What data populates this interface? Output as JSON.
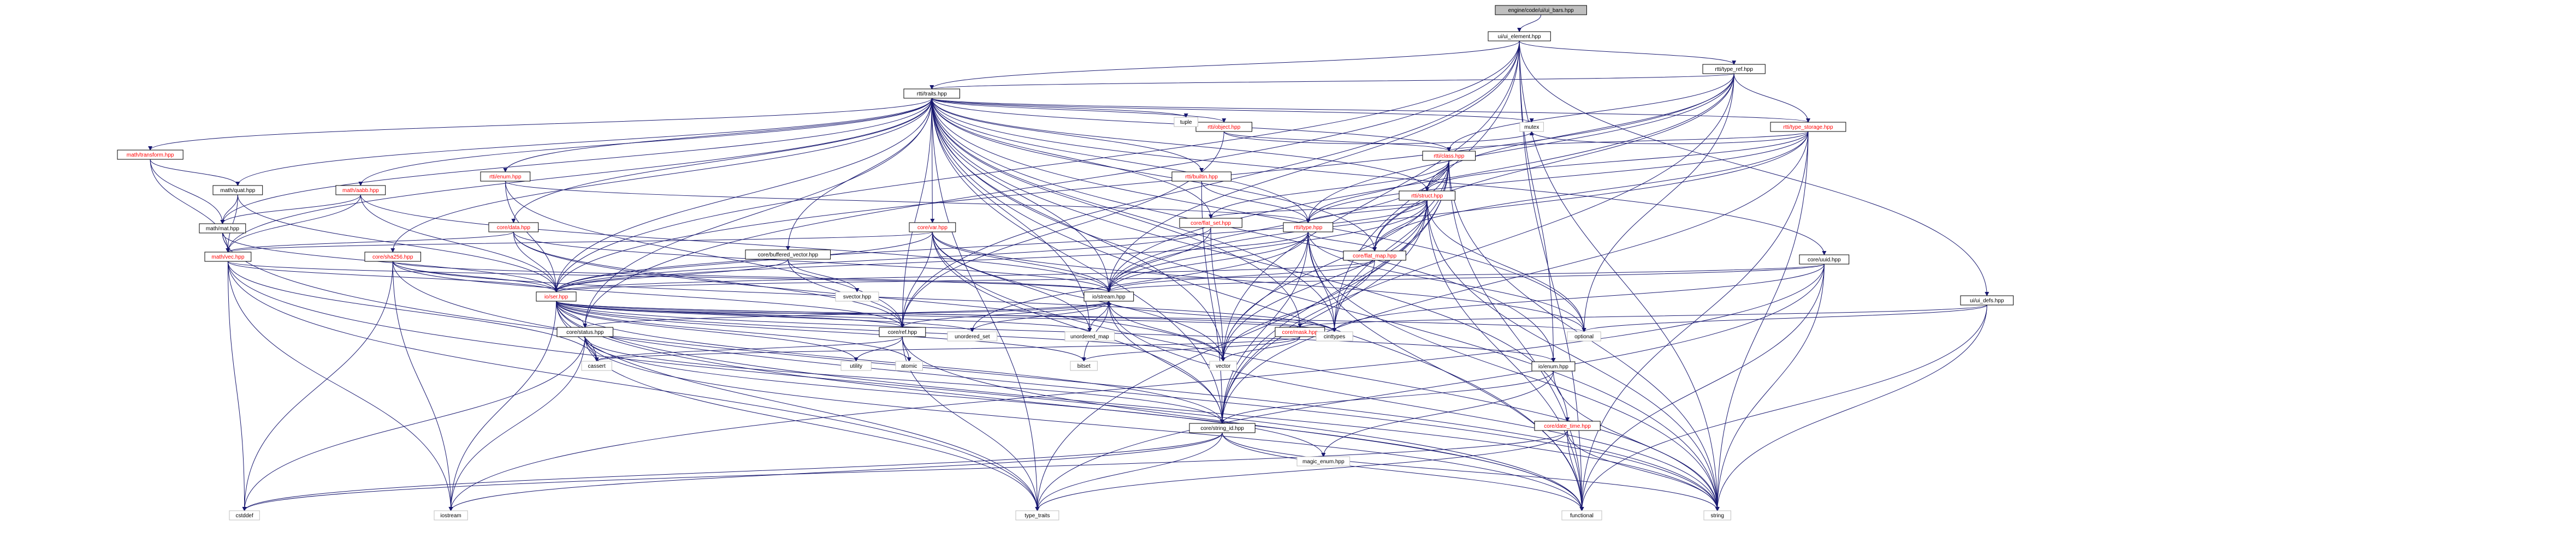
{
  "colors": {
    "edge": "#191970",
    "node_border": "#000000",
    "node_fill": "#ffffff",
    "root_fill": "#bfbfbf",
    "internal_text": "#000000",
    "external_text": "#000000",
    "red_text": "#ff0000",
    "external_border": "#bfbfbf"
  },
  "nodes": [
    {
      "id": "root",
      "label": "engine/code/ui/ui_bars.hpp",
      "kind": "root"
    },
    {
      "id": "ui_element",
      "label": "ui/ui_element.hpp",
      "kind": "internal"
    },
    {
      "id": "rtti_type_ref",
      "label": "rtti/type_ref.hpp",
      "kind": "internal"
    },
    {
      "id": "rtti_traits",
      "label": "rtti/traits.hpp",
      "kind": "internal"
    },
    {
      "id": "rtti_type_storage",
      "label": "rtti/type_storage.hpp",
      "kind": "incomplete"
    },
    {
      "id": "rtti_object",
      "label": "rtti/object.hpp",
      "kind": "incomplete"
    },
    {
      "id": "rtti_class",
      "label": "rtti/class.hpp",
      "kind": "incomplete"
    },
    {
      "id": "rtti_struct",
      "label": "rtti/struct.hpp",
      "kind": "incomplete"
    },
    {
      "id": "rtti_builtin",
      "label": "rtti/builtin.hpp",
      "kind": "incomplete"
    },
    {
      "id": "rtti_type",
      "label": "rtti/type.hpp",
      "kind": "incomplete"
    },
    {
      "id": "rtti_enum",
      "label": "rtti/enum.hpp",
      "kind": "incomplete"
    },
    {
      "id": "math_transform",
      "label": "math/transform.hpp",
      "kind": "incomplete"
    },
    {
      "id": "math_quat",
      "label": "math/quat.hpp",
      "kind": "internal"
    },
    {
      "id": "math_aabb",
      "label": "math/aabb.hpp",
      "kind": "incomplete"
    },
    {
      "id": "math_mat",
      "label": "math/mat.hpp",
      "kind": "internal"
    },
    {
      "id": "math_vec",
      "label": "math/vec.hpp",
      "kind": "incomplete"
    },
    {
      "id": "core_data",
      "label": "core/data.hpp",
      "kind": "incomplete"
    },
    {
      "id": "core_sha256",
      "label": "core/sha256.hpp",
      "kind": "incomplete"
    },
    {
      "id": "core_buffered_vector",
      "label": "core/buffered_vector.hpp",
      "kind": "internal"
    },
    {
      "id": "core_var",
      "label": "core/var.hpp",
      "kind": "incomplete"
    },
    {
      "id": "core_flat_set",
      "label": "core/flat_set.hpp",
      "kind": "incomplete"
    },
    {
      "id": "core_flat_map",
      "label": "core/flat_map.hpp",
      "kind": "incomplete"
    },
    {
      "id": "core_uuid",
      "label": "core/uuid.hpp",
      "kind": "internal"
    },
    {
      "id": "ui_defs",
      "label": "ui/ui_defs.hpp",
      "kind": "internal"
    },
    {
      "id": "io_ser",
      "label": "io/ser.hpp",
      "kind": "incomplete"
    },
    {
      "id": "io_stream",
      "label": "io/stream.hpp",
      "kind": "internal"
    },
    {
      "id": "core_status",
      "label": "core/status.hpp",
      "kind": "internal"
    },
    {
      "id": "core_ref",
      "label": "core/ref.hpp",
      "kind": "internal"
    },
    {
      "id": "core_mask",
      "label": "core/mask.hpp",
      "kind": "incomplete"
    },
    {
      "id": "io_enum",
      "label": "io/enum.hpp",
      "kind": "internal"
    },
    {
      "id": "core_string_id",
      "label": "core/string_id.hpp",
      "kind": "internal"
    },
    {
      "id": "core_date_time",
      "label": "core/date_time.hpp",
      "kind": "incomplete"
    },
    {
      "id": "magic_enum",
      "label": "magic_enum.hpp",
      "kind": "external"
    },
    {
      "id": "tuple",
      "label": "tuple",
      "kind": "external"
    },
    {
      "id": "mutex",
      "label": "mutex",
      "kind": "external"
    },
    {
      "id": "svector",
      "label": "svector.hpp",
      "kind": "external"
    },
    {
      "id": "unordered_set",
      "label": "unordered_set",
      "kind": "external"
    },
    {
      "id": "unordered_map",
      "label": "unordered_map",
      "kind": "external"
    },
    {
      "id": "cinttypes",
      "label": "cinttypes",
      "kind": "external"
    },
    {
      "id": "optional",
      "label": "optional",
      "kind": "external"
    },
    {
      "id": "utility",
      "label": "utility",
      "kind": "external"
    },
    {
      "id": "atomic",
      "label": "atomic",
      "kind": "external"
    },
    {
      "id": "bitset",
      "label": "bitset",
      "kind": "external"
    },
    {
      "id": "vector",
      "label": "vector",
      "kind": "external"
    },
    {
      "id": "cassert",
      "label": "cassert",
      "kind": "external"
    },
    {
      "id": "cstddef",
      "label": "cstddef",
      "kind": "external"
    },
    {
      "id": "iostream",
      "label": "iostream",
      "kind": "external"
    },
    {
      "id": "type_traits",
      "label": "type_traits",
      "kind": "external"
    },
    {
      "id": "functional",
      "label": "functional",
      "kind": "external"
    },
    {
      "id": "string",
      "label": "string",
      "kind": "external"
    }
  ],
  "edges": [
    [
      "root",
      "ui_element"
    ],
    [
      "ui_element",
      "rtti_type_ref"
    ],
    [
      "ui_element",
      "rtti_traits"
    ],
    [
      "ui_element",
      "ui_defs"
    ],
    [
      "ui_element",
      "io_enum"
    ],
    [
      "ui_element",
      "io_ser"
    ],
    [
      "ui_element",
      "io_stream"
    ],
    [
      "ui_element",
      "core_ref"
    ],
    [
      "ui_element",
      "core_status"
    ],
    [
      "ui_element",
      "string"
    ],
    [
      "ui_element",
      "functional"
    ],
    [
      "ui_element",
      "cinttypes"
    ],
    [
      "ui_element",
      "vector"
    ],
    [
      "rtti_type_ref",
      "rtti_traits"
    ],
    [
      "rtti_type_ref",
      "rtti_type_storage"
    ],
    [
      "rtti_type_ref",
      "rtti_type"
    ],
    [
      "rtti_type_ref",
      "core_string_id"
    ],
    [
      "rtti_type_ref",
      "io_ser"
    ],
    [
      "rtti_type_ref",
      "io_stream"
    ],
    [
      "rtti_type_ref",
      "core_flat_map"
    ],
    [
      "rtti_type_ref",
      "rtti_class"
    ],
    [
      "rtti_type_ref",
      "rtti_struct"
    ],
    [
      "rtti_type_ref",
      "optional"
    ],
    [
      "rtti_traits",
      "rtti_type_storage"
    ],
    [
      "rtti_traits",
      "rtti_object"
    ],
    [
      "rtti_traits",
      "rtti_class"
    ],
    [
      "rtti_traits",
      "rtti_struct"
    ],
    [
      "rtti_traits",
      "rtti_builtin"
    ],
    [
      "rtti_traits",
      "rtti_type"
    ],
    [
      "rtti_traits",
      "rtti_enum"
    ],
    [
      "rtti_traits",
      "math_transform"
    ],
    [
      "rtti_traits",
      "math_quat"
    ],
    [
      "rtti_traits",
      "math_aabb"
    ],
    [
      "rtti_traits",
      "math_mat"
    ],
    [
      "rtti_traits",
      "math_vec"
    ],
    [
      "rtti_traits",
      "core_data"
    ],
    [
      "rtti_traits",
      "core_sha256"
    ],
    [
      "rtti_traits",
      "core_buffered_vector"
    ],
    [
      "rtti_traits",
      "core_var"
    ],
    [
      "rtti_traits",
      "core_flat_set"
    ],
    [
      "rtti_traits",
      "core_flat_map"
    ],
    [
      "rtti_traits",
      "core_uuid"
    ],
    [
      "rtti_traits",
      "io_ser"
    ],
    [
      "rtti_traits",
      "io_stream"
    ],
    [
      "rtti_traits",
      "core_ref"
    ],
    [
      "rtti_traits",
      "core_status"
    ],
    [
      "rtti_traits",
      "core_mask"
    ],
    [
      "rtti_traits",
      "io_enum"
    ],
    [
      "rtti_traits",
      "core_string_id"
    ],
    [
      "rtti_traits",
      "core_date_time"
    ],
    [
      "rtti_traits",
      "tuple"
    ],
    [
      "rtti_traits",
      "mutex"
    ],
    [
      "rtti_traits",
      "unordered_map"
    ],
    [
      "rtti_traits",
      "cinttypes"
    ],
    [
      "rtti_traits",
      "optional"
    ],
    [
      "rtti_traits",
      "vector"
    ],
    [
      "rtti_traits",
      "functional"
    ],
    [
      "rtti_traits",
      "string"
    ],
    [
      "rtti_traits",
      "type_traits"
    ],
    [
      "rtti_type_storage",
      "mutex"
    ],
    [
      "rtti_type_storage",
      "rtti_class"
    ],
    [
      "rtti_type_storage",
      "rtti_struct"
    ],
    [
      "rtti_type_storage",
      "rtti_type"
    ],
    [
      "rtti_type_storage",
      "core_flat_map"
    ],
    [
      "rtti_type_storage",
      "core_string_id"
    ],
    [
      "rtti_type_storage",
      "io_stream"
    ],
    [
      "rtti_type_storage",
      "functional"
    ],
    [
      "rtti_type_storage",
      "string"
    ],
    [
      "rtti_object",
      "core_ref"
    ],
    [
      "rtti_object",
      "mutex"
    ],
    [
      "rtti_object",
      "rtti_class"
    ],
    [
      "rtti_class",
      "rtti_struct"
    ],
    [
      "rtti_class",
      "rtti_type"
    ],
    [
      "rtti_class",
      "core_flat_set"
    ],
    [
      "rtti_class",
      "core_flat_map"
    ],
    [
      "rtti_class",
      "core_string_id"
    ],
    [
      "rtti_class",
      "io_stream"
    ],
    [
      "rtti_class",
      "cinttypes"
    ],
    [
      "rtti_class",
      "vector"
    ],
    [
      "rtti_class",
      "functional"
    ],
    [
      "rtti_class",
      "string"
    ],
    [
      "rtti_class",
      "type_traits"
    ],
    [
      "rtti_struct",
      "rtti_type"
    ],
    [
      "rtti_struct",
      "core_flat_set"
    ],
    [
      "rtti_struct",
      "core_flat_map"
    ],
    [
      "rtti_struct",
      "core_string_id"
    ],
    [
      "rtti_struct",
      "io_stream"
    ],
    [
      "rtti_struct",
      "io_ser"
    ],
    [
      "rtti_struct",
      "cinttypes"
    ],
    [
      "rtti_struct",
      "vector"
    ],
    [
      "rtti_struct",
      "functional"
    ],
    [
      "rtti_struct",
      "string"
    ],
    [
      "rtti_struct",
      "optional"
    ],
    [
      "rtti_builtin",
      "rtti_type"
    ],
    [
      "rtti_builtin",
      "core_string_id"
    ],
    [
      "rtti_type",
      "core_flat_map"
    ],
    [
      "rtti_type",
      "io_ser"
    ],
    [
      "rtti_type",
      "io_stream"
    ],
    [
      "rtti_type",
      "core_string_id"
    ],
    [
      "rtti_type",
      "cinttypes"
    ],
    [
      "rtti_type",
      "optional"
    ],
    [
      "rtti_type",
      "vector"
    ],
    [
      "rtti_type",
      "functional"
    ],
    [
      "rtti_type",
      "string"
    ],
    [
      "rtti_type",
      "unordered_set"
    ],
    [
      "rtti_enum",
      "rtti_type"
    ],
    [
      "rtti_enum",
      "core_ref"
    ],
    [
      "rtti_enum",
      "io_ser"
    ],
    [
      "math_transform",
      "math_quat"
    ],
    [
      "math_transform",
      "math_mat"
    ],
    [
      "math_transform",
      "math_vec"
    ],
    [
      "math_quat",
      "math_mat"
    ],
    [
      "math_quat",
      "math_vec"
    ],
    [
      "math_quat",
      "io_ser"
    ],
    [
      "math_aabb",
      "math_vec"
    ],
    [
      "math_aabb",
      "math_mat"
    ],
    [
      "math_aabb",
      "io_ser"
    ],
    [
      "math_aabb",
      "io_stream"
    ],
    [
      "math_mat",
      "math_vec"
    ],
    [
      "math_mat",
      "io_ser"
    ],
    [
      "math_mat",
      "string"
    ],
    [
      "math_vec",
      "io_ser"
    ],
    [
      "math_vec",
      "io_stream"
    ],
    [
      "math_vec",
      "cassert"
    ],
    [
      "math_vec",
      "cstddef"
    ],
    [
      "math_vec",
      "iostream"
    ],
    [
      "math_vec",
      "type_traits"
    ],
    [
      "math_vec",
      "functional"
    ],
    [
      "core_data",
      "core_ref"
    ],
    [
      "core_data",
      "io_ser"
    ],
    [
      "core_data",
      "io_stream"
    ],
    [
      "core_data",
      "vector"
    ],
    [
      "core_data",
      "math_vec"
    ],
    [
      "core_sha256",
      "io_ser"
    ],
    [
      "core_sha256",
      "io_stream"
    ],
    [
      "core_sha256",
      "core_ref"
    ],
    [
      "core_sha256",
      "cstddef"
    ],
    [
      "core_sha256",
      "iostream"
    ],
    [
      "core_sha256",
      "string"
    ],
    [
      "core_sha256",
      "cinttypes"
    ],
    [
      "core_buffered_vector",
      "svector"
    ],
    [
      "core_buffered_vector",
      "io_ser"
    ],
    [
      "core_buffered_vector",
      "core_ref"
    ],
    [
      "core_var",
      "io_ser"
    ],
    [
      "core_var",
      "io_stream"
    ],
    [
      "core_var",
      "core_ref"
    ],
    [
      "core_var",
      "core_string_id"
    ],
    [
      "core_var",
      "math_vec"
    ],
    [
      "core_var",
      "vector"
    ],
    [
      "core_var",
      "optional"
    ],
    [
      "core_var",
      "unordered_map"
    ],
    [
      "core_var",
      "string"
    ],
    [
      "core_flat_set",
      "io_ser"
    ],
    [
      "core_flat_set",
      "io_stream"
    ],
    [
      "core_flat_set",
      "vector"
    ],
    [
      "core_flat_map",
      "io_ser"
    ],
    [
      "core_flat_map",
      "io_stream"
    ],
    [
      "core_flat_map",
      "vector"
    ],
    [
      "core_uuid",
      "io_ser"
    ],
    [
      "core_uuid",
      "io_stream"
    ],
    [
      "core_uuid",
      "cinttypes"
    ],
    [
      "core_uuid",
      "string"
    ],
    [
      "core_uuid",
      "functional"
    ],
    [
      "core_uuid",
      "iostream"
    ],
    [
      "core_uuid",
      "type_traits"
    ],
    [
      "ui_defs",
      "core_mask"
    ],
    [
      "ui_defs",
      "string"
    ],
    [
      "ui_defs",
      "functional"
    ],
    [
      "ui_defs",
      "optional"
    ],
    [
      "io_ser",
      "io_stream"
    ],
    [
      "io_ser",
      "core_status"
    ],
    [
      "io_ser",
      "core_ref"
    ],
    [
      "io_ser",
      "core_mask"
    ],
    [
      "io_ser",
      "io_enum"
    ],
    [
      "io_ser",
      "core_string_id"
    ],
    [
      "io_ser",
      "unordered_map"
    ],
    [
      "io_ser",
      "unordered_set"
    ],
    [
      "io_ser",
      "optional"
    ],
    [
      "io_ser",
      "vector"
    ],
    [
      "io_ser",
      "bitset"
    ],
    [
      "io_ser",
      "utility"
    ],
    [
      "io_ser",
      "cassert"
    ],
    [
      "io_ser",
      "cinttypes"
    ],
    [
      "io_ser",
      "string"
    ],
    [
      "io_ser",
      "functional"
    ],
    [
      "io_ser",
      "type_traits"
    ],
    [
      "io_ser",
      "iostream"
    ],
    [
      "io_ser",
      "atomic"
    ],
    [
      "io_stream",
      "core_status"
    ],
    [
      "io_stream",
      "core_ref"
    ],
    [
      "io_stream",
      "core_string_id"
    ],
    [
      "io_stream",
      "cinttypes"
    ],
    [
      "io_stream",
      "vector"
    ],
    [
      "io_stream",
      "string"
    ],
    [
      "io_stream",
      "bitset"
    ],
    [
      "io_stream",
      "unordered_set"
    ],
    [
      "io_stream",
      "unordered_map"
    ],
    [
      "core_status",
      "core_string_id"
    ],
    [
      "core_status",
      "magic_enum"
    ],
    [
      "core_status",
      "cassert"
    ],
    [
      "core_status",
      "cstddef"
    ],
    [
      "core_status",
      "iostream"
    ],
    [
      "core_status",
      "type_traits"
    ],
    [
      "core_status",
      "functional"
    ],
    [
      "core_ref",
      "utility"
    ],
    [
      "core_ref",
      "atomic"
    ],
    [
      "core_ref",
      "cassert"
    ],
    [
      "core_ref",
      "type_traits"
    ],
    [
      "core_ref",
      "functional"
    ],
    [
      "core_mask",
      "bitset"
    ],
    [
      "core_mask",
      "vector"
    ],
    [
      "core_mask",
      "cassert"
    ],
    [
      "io_enum",
      "core_string_id"
    ],
    [
      "io_enum",
      "magic_enum"
    ],
    [
      "io_enum",
      "string"
    ],
    [
      "core_string_id",
      "cstddef"
    ],
    [
      "core_string_id",
      "iostream"
    ],
    [
      "core_string_id",
      "type_traits"
    ],
    [
      "core_string_id",
      "functional"
    ],
    [
      "core_string_id",
      "string"
    ],
    [
      "core_date_time",
      "cstddef"
    ],
    [
      "core_date_time",
      "type_traits"
    ],
    [
      "core_date_time",
      "functional"
    ],
    [
      "core_date_time",
      "string"
    ]
  ]
}
